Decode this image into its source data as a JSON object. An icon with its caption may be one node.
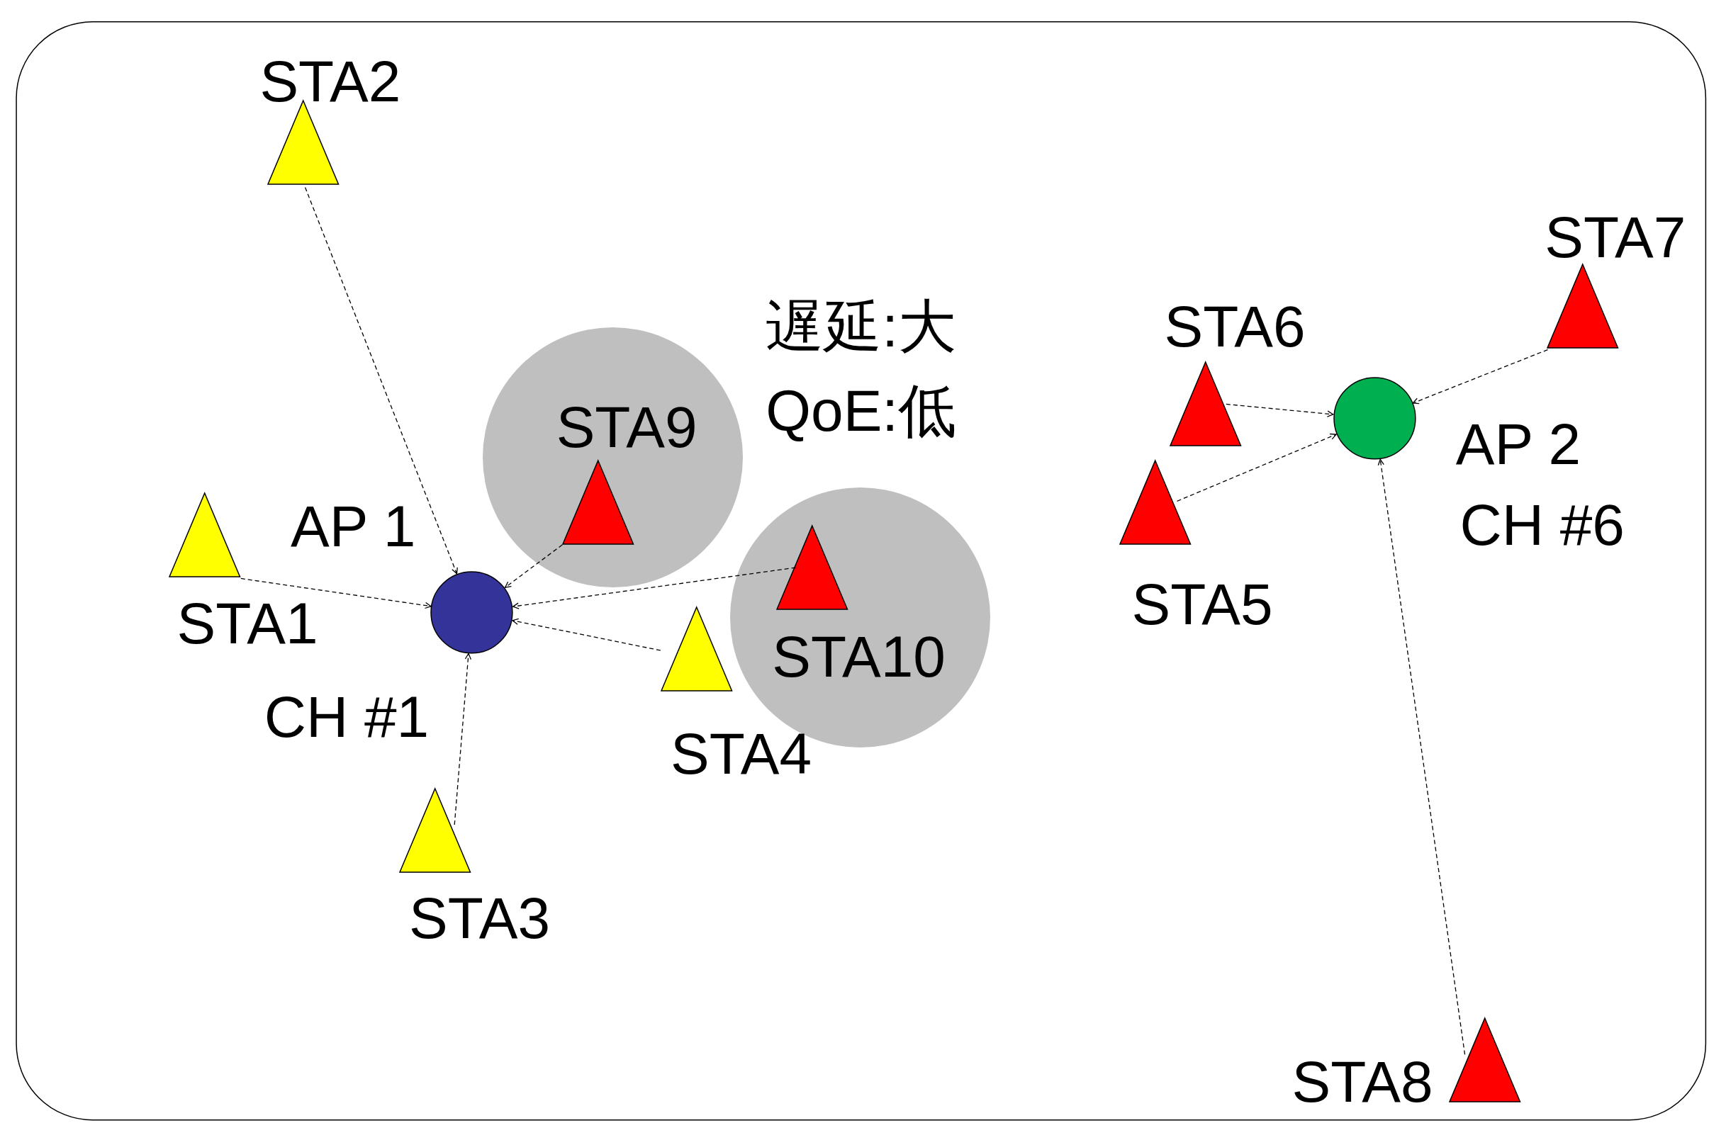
{
  "diagram": {
    "nodes": [
      {
        "text": [
          "STA2"
        ]
      },
      {
        "text": [],
        "shape": "circle"
      },
      {
        "text": [
          "STA9"
        ],
        "in": 1
      },
      {
        "text": [
          "STA7"
        ]
      },
      {
        "text": [
          "STA6"
        ]
      },
      {
        "text": [
          "AP 2",
          "CH #6"
        ]
      },
      {
        "text": [
          "STA1"
        ]
      },
      {
        "text": [
          "AP 1",
          "CH #1"
        ]
      },
      {
        "text": [],
        "shape": "circle"
      },
      {
        "text": [
          "STA10"
        ],
        "in": 8
      },
      {
        "text": [
          "STA5"
        ]
      },
      {
        "text": [
          "STA4"
        ]
      },
      {
        "text": [
          "STA3"
        ]
      },
      {
        "text": [
          "STA8"
        ]
      }
    ],
    "edges": [
      {
        "from": 0,
        "to": 7,
        "arrow": "to",
        "style": "dashed"
      },
      {
        "from": 6,
        "to": 7,
        "arrow": "to",
        "style": "dashed"
      },
      {
        "from": 12,
        "to": 7,
        "arrow": "to",
        "style": "dashed"
      },
      {
        "from": 11,
        "to": 7,
        "arrow": "to",
        "style": "dashed"
      },
      {
        "from": 2,
        "to": 7,
        "arrow": "to",
        "style": "dashed"
      },
      {
        "from": 9,
        "to": 7,
        "arrow": "to",
        "style": "dashed"
      },
      {
        "from": 10,
        "to": 5,
        "arrow": "to",
        "style": "dashed"
      },
      {
        "from": 4,
        "to": 5,
        "arrow": "to",
        "style": "dashed"
      },
      {
        "from": 3,
        "to": 5,
        "arrow": "to",
        "style": "dashed"
      },
      {
        "from": 13,
        "to": 5,
        "arrow": "to",
        "style": "dashed"
      }
    ],
    "labels": [
      "遅延:大",
      "QoE:低"
    ]
  }
}
